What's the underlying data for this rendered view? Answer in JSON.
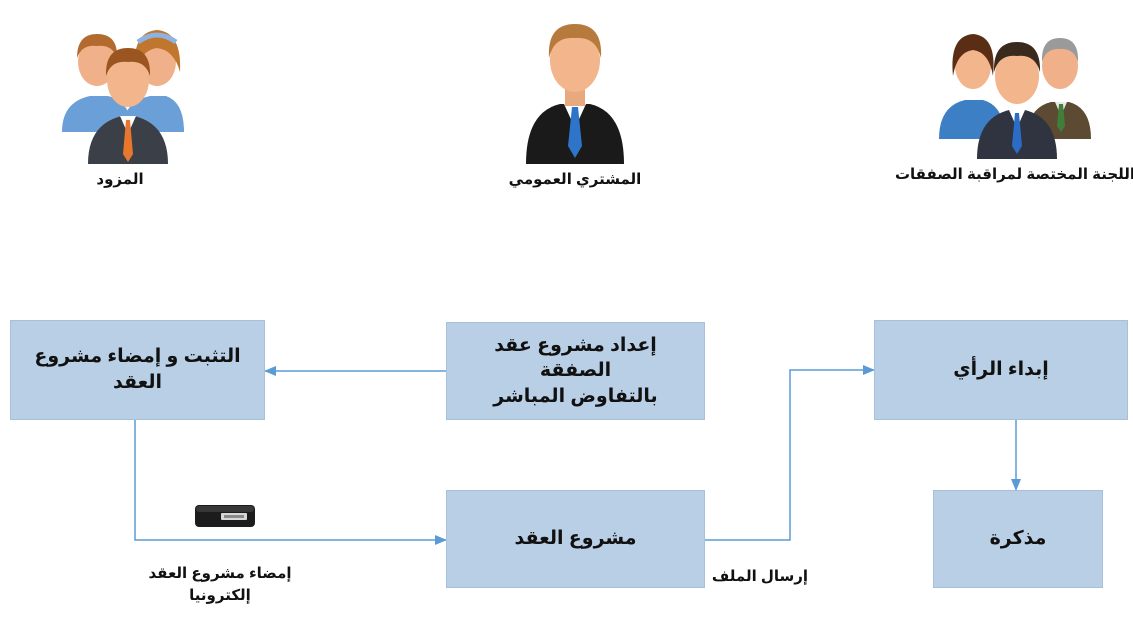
{
  "actors": {
    "supplier": {
      "label": "المزود",
      "icon": "group-users-icon"
    },
    "buyer": {
      "label": "المشتري العمومي",
      "icon": "businessman-icon"
    },
    "committee": {
      "label": "اللجنة المختصة لمراقبة الصفقات",
      "icon": "committee-icon"
    }
  },
  "boxes": {
    "prepare": "إعداد مشروع عقد الصفقة\nبالتفاوض المباشر",
    "verify_sign": "التثبت و إمضاء مشروع\nالعقد",
    "contract_draft": "مشروع العقد",
    "opinion": "إبداء الرأي",
    "memo": "مذكرة"
  },
  "labels": {
    "e_sign": "إمضاء مشروع العقد\nإلكترونيا",
    "send_file": "إرسال الملف"
  },
  "colors": {
    "box_fill": "#b9cfe6",
    "arrow": "#5b9bd5"
  }
}
